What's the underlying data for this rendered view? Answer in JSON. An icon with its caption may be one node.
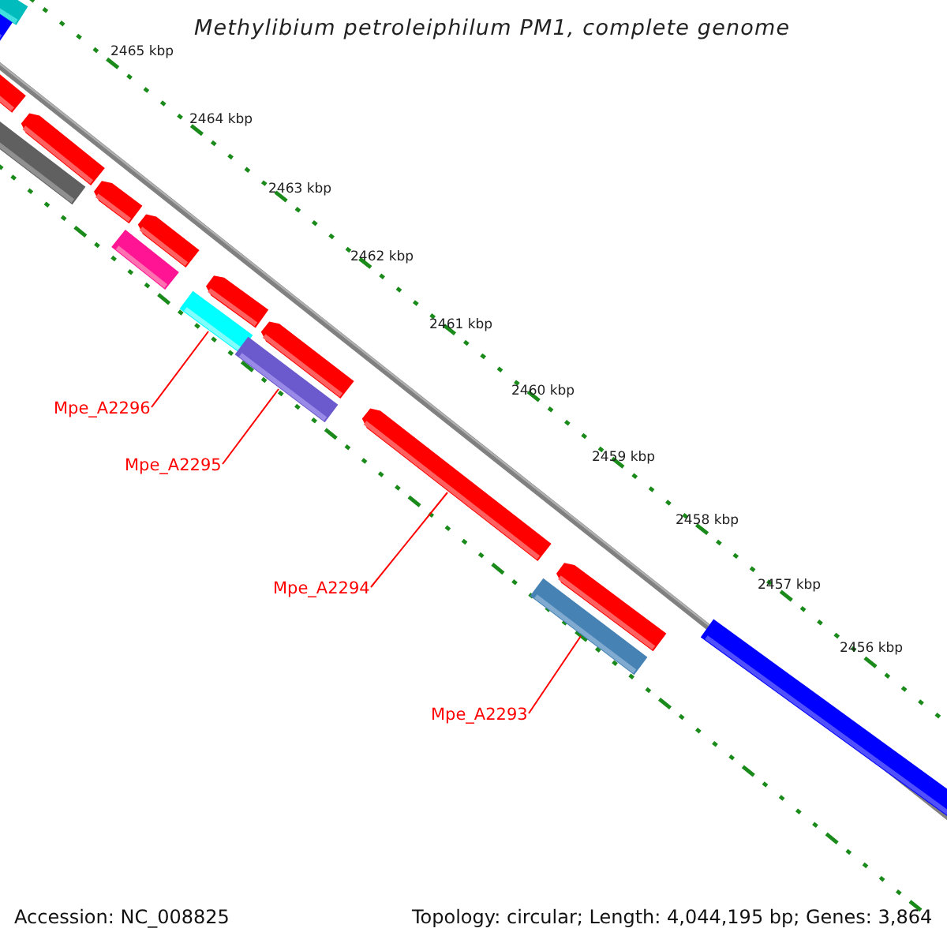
{
  "diagram": {
    "title": "Methylibium petroleiphilum PM1, complete genome",
    "nodes": [
      {
        "text": [
          "Mpe_A2296"
        ]
      },
      {
        "text": [],
        "shape": "bar"
      },
      {
        "text": [
          "Mpe_A2295"
        ]
      },
      {
        "text": [],
        "shape": "bar"
      },
      {
        "text": [
          "Mpe_A2294"
        ]
      },
      {
        "text": [],
        "shape": "arrow"
      },
      {
        "text": [
          "Mpe_A2293"
        ]
      },
      {
        "text": [],
        "shape": "bar"
      }
    ],
    "edges": [
      {
        "from": 0,
        "to": 1,
        "arrow": "none",
        "color": "#ff0000"
      },
      {
        "from": 2,
        "to": 3,
        "arrow": "none",
        "color": "#ff0000"
      },
      {
        "from": 4,
        "to": 5,
        "arrow": "none",
        "color": "#ff0000"
      },
      {
        "from": 6,
        "to": 7,
        "arrow": "none",
        "color": "#ff0000"
      }
    ],
    "labels": [
      "2465 kbp",
      "2464 kbp",
      "2463 kbp",
      "2462 kbp",
      "2461 kbp",
      "2460 kbp",
      "2459 kbp",
      "2458 kbp",
      "2457 kbp",
      "2456 kbp",
      "Accession: NC_008825",
      "Topology: circular; Length: 4,044,195 bp; Genes: 3,864"
    ]
  }
}
